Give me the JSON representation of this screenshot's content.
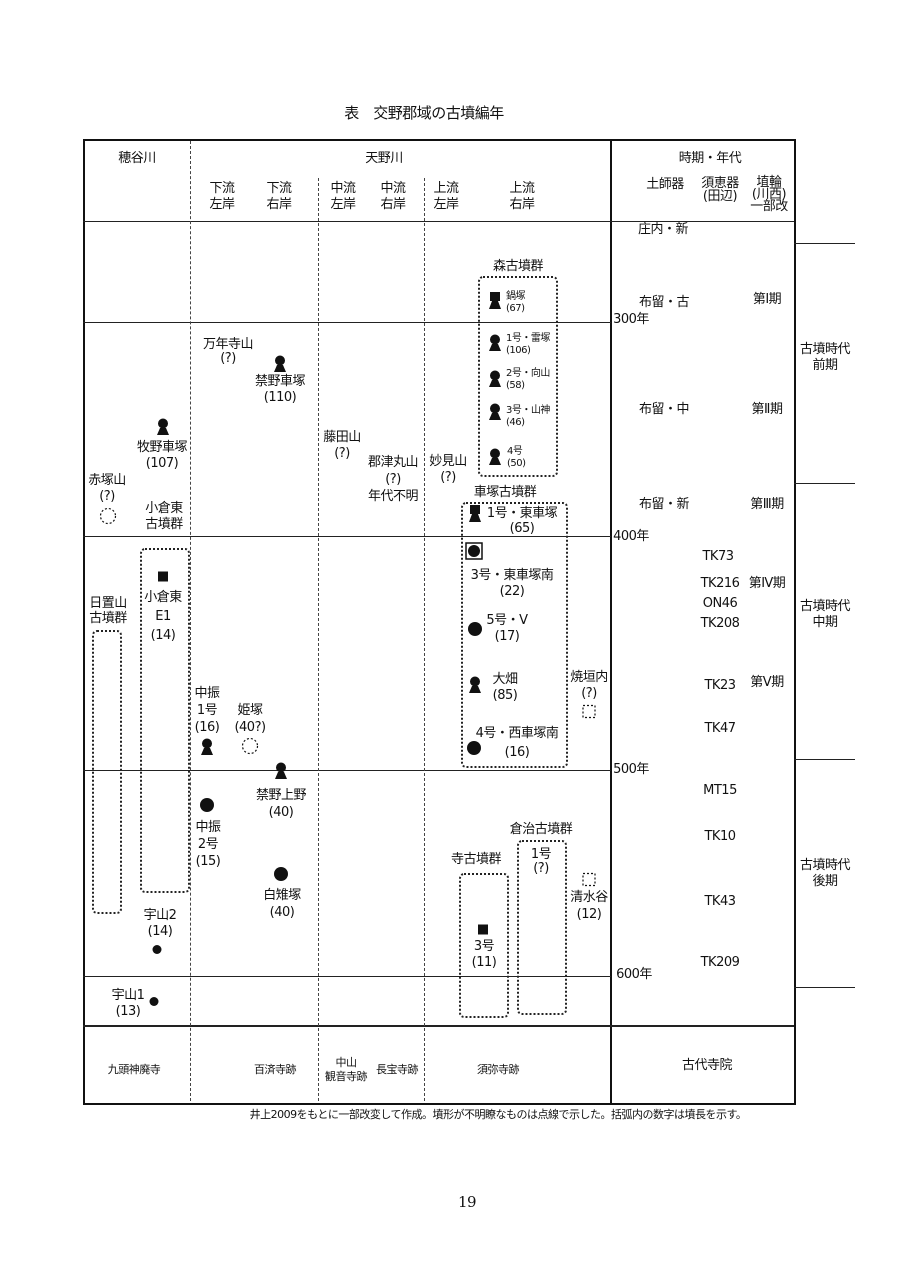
{
  "title": "表　交野郡域の古墳編年",
  "header": {
    "hotani": "穂谷川",
    "amano": "天野川",
    "cols": [
      "下流\n左岸",
      "下流\n右岸",
      "中流\n左岸",
      "中流\n右岸",
      "上流\n左岸",
      "上流\n右岸"
    ],
    "period": "時期・年代",
    "haji": "土師器",
    "sue": "須恵器\n(田辺)",
    "haniwa": "埴輪\n(川西)\n一部改"
  },
  "mori": {
    "group": "森古墳群",
    "items": [
      "鍋塚\n(67)",
      "1号・雷塚\n(106)",
      "2号・向山\n(58)",
      "3号・山神\n(46)",
      "4号\n(50)"
    ]
  },
  "kuruma": {
    "group": "車塚古墳群",
    "items": [
      "1号・東車塚\n(65)",
      "3号・東車塚南\n(22)",
      "5号・V\n(17)",
      "大畑\n(85)",
      "4号・西車塚南\n(16)"
    ]
  },
  "mounds": [
    "万年寺山\n(?)",
    "禁野車塚\n(110)",
    "牧野車塚\n(107)",
    "藤田山\n(?)",
    "郡津丸山\n(?)\n年代不明",
    "妙見山\n(?)",
    "赤塚山\n(?)",
    "小倉東\n古墳群",
    "日置山\n古墳群",
    "小倉東\nE1\n(14)",
    "焼垣内\n(?)",
    "中振\n1号\n(16)",
    "姫塚\n(40?)",
    "禁野上野\n(40)",
    "中振\n2号\n(15)",
    "白雉塚\n(40)",
    "宇山2\n(14)",
    "宇山1\n(13)",
    "倉治古墳群",
    "1号\n(?)",
    "寺古墳群",
    "3号\n(11)",
    "清水谷\n(12)"
  ],
  "periods": [
    "庄内・新",
    "布留・古",
    "布留・中",
    "布留・新"
  ],
  "phases": [
    "第Ⅰ期",
    "第Ⅱ期",
    "第Ⅲ期",
    "第Ⅳ期",
    "第Ⅴ期"
  ],
  "years": [
    "300年",
    "400年",
    "500年",
    "600年"
  ],
  "sue_types": [
    "TK73",
    "TK216",
    "ON46",
    "TK208",
    "TK23",
    "TK47",
    "MT15",
    "TK10",
    "TK43",
    "TK209"
  ],
  "eras": [
    "古墳時代\n前期",
    "古墳時代\n中期",
    "古墳時代\n後期"
  ],
  "temples": [
    "九頭神廃寺",
    "百済寺跡",
    "中山\n観音寺跡",
    "長宝寺跡",
    "須弥寺跡"
  ],
  "temples_label": "古代寺院",
  "caption": "井上2009をもとに一部改変して作成。墳形が不明瞭なものは点線で示した。括弧内の数字は墳長を示す。",
  "page_number": "19"
}
